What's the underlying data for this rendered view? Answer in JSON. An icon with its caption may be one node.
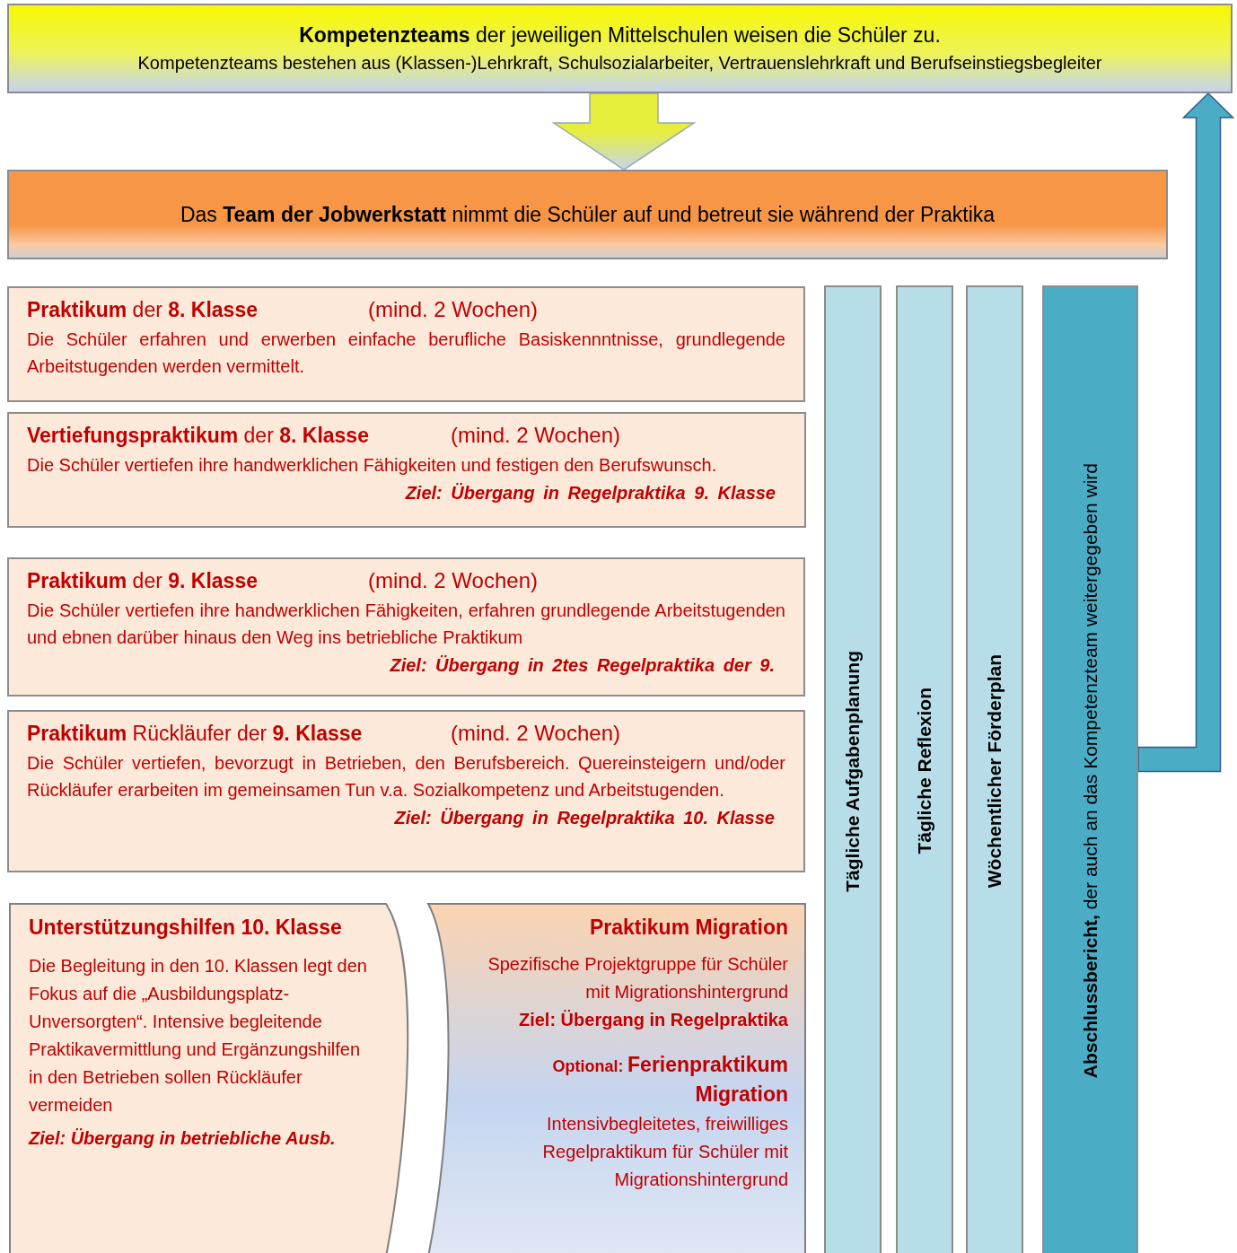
{
  "diagram": {
    "nodes": [
      {
        "text": [
          "**Kompetenzteams** der jeweiligen Mittelschulen weisen die Schüler zu.",
          "Kompetenzteams bestehen aus (Klassen-)Lehrkraft, Schulsozialarbeiter, Vertrauenslehrkraft und Berufseinstiegsbegleiter"
        ]
      },
      {
        "text": [
          "Das **Team der Jobwerkstatt** nimmt die Schüler auf und betreut sie während der Praktika"
        ]
      },
      {
        "text": [
          "**Praktikum** der **8. Klasse**",
          "(mind. 2 Wochen)",
          "Die Schüler erfahren und erwerben einfache berufliche Basiskennntnisse, grundlegende Arbeitstugenden werden vermittelt."
        ]
      },
      {
        "text": [
          "**Vertiefungspraktikum** der **8. Klasse**",
          "(mind. 2 Wochen)",
          "Die Schüler vertiefen ihre handwerklichen Fähigkeiten und festigen den Berufswunsch.",
          "Ziel: Übergang in Regelpraktika 9. Klasse"
        ]
      },
      {
        "text": [
          "**Praktikum** der **9. Klasse**",
          "(mind. 2 Wochen)",
          "Die Schüler vertiefen ihre handwerklichen Fähigkeiten, erfahren grundlegende Arbeitstugenden und ebnen darüber hinaus den Weg ins betriebliche Praktikum",
          "Ziel: Übergang in 2tes Regelpraktika der 9."
        ]
      },
      {
        "text": [
          "**Praktikum** Rückläufer der **9. Klasse**",
          "(mind. 2 Wochen)",
          "Die Schüler vertiefen, bevorzugt in Betrieben, den Berufsbereich. Quereinsteigern und/oder Rückläufer erarbeiten im gemeinsamen Tun v.a. Sozialkompetenz und Arbeitstugenden.",
          "Ziel: Übergang in Regelpraktika 10. Klasse"
        ]
      },
      {
        "text": [
          "Unterstützungshilfen 10. Klasse",
          "Die Begleitung in den 10. Klassen legt den Fokus auf die „Ausbildungsplatz-Unversorgten“. Intensive begleitende Praktikavermittlung und Ergänzungshilfen in den Betrieben sollen Rückläufer vermeiden",
          "Ziel: Übergang in betriebliche Ausb."
        ]
      },
      {
        "text": [
          "Praktikum Migration",
          "Spezifische Projektgruppe für Schüler mit Migrationshintergrund",
          "Ziel: Übergang in Regelpraktika",
          "Optional:",
          "Ferienpraktikum Migration",
          "Intensivbegleitetes, freiwilliges Regelpraktikum für Schüler mit Migrationshintergrund"
        ]
      },
      {
        "text": [
          "Tägliche Aufgabenplanung"
        ]
      },
      {
        "text": [
          "Tägliche Reflexion"
        ]
      },
      {
        "text": [
          "Wöchentlicher Förderplan"
        ]
      },
      {
        "text": [
          "**Abschlussbericht,** der auch an das Kompetenzteam weitergegeben wird"
        ]
      }
    ],
    "edges": [
      {
        "from": 0,
        "to": 1,
        "arrow": "to",
        "style": "thick",
        "color": "#e6ee3c"
      },
      {
        "from": 11,
        "to": 0,
        "arrow": "to",
        "style": "thick",
        "color": "#4bacc6"
      }
    ]
  }
}
